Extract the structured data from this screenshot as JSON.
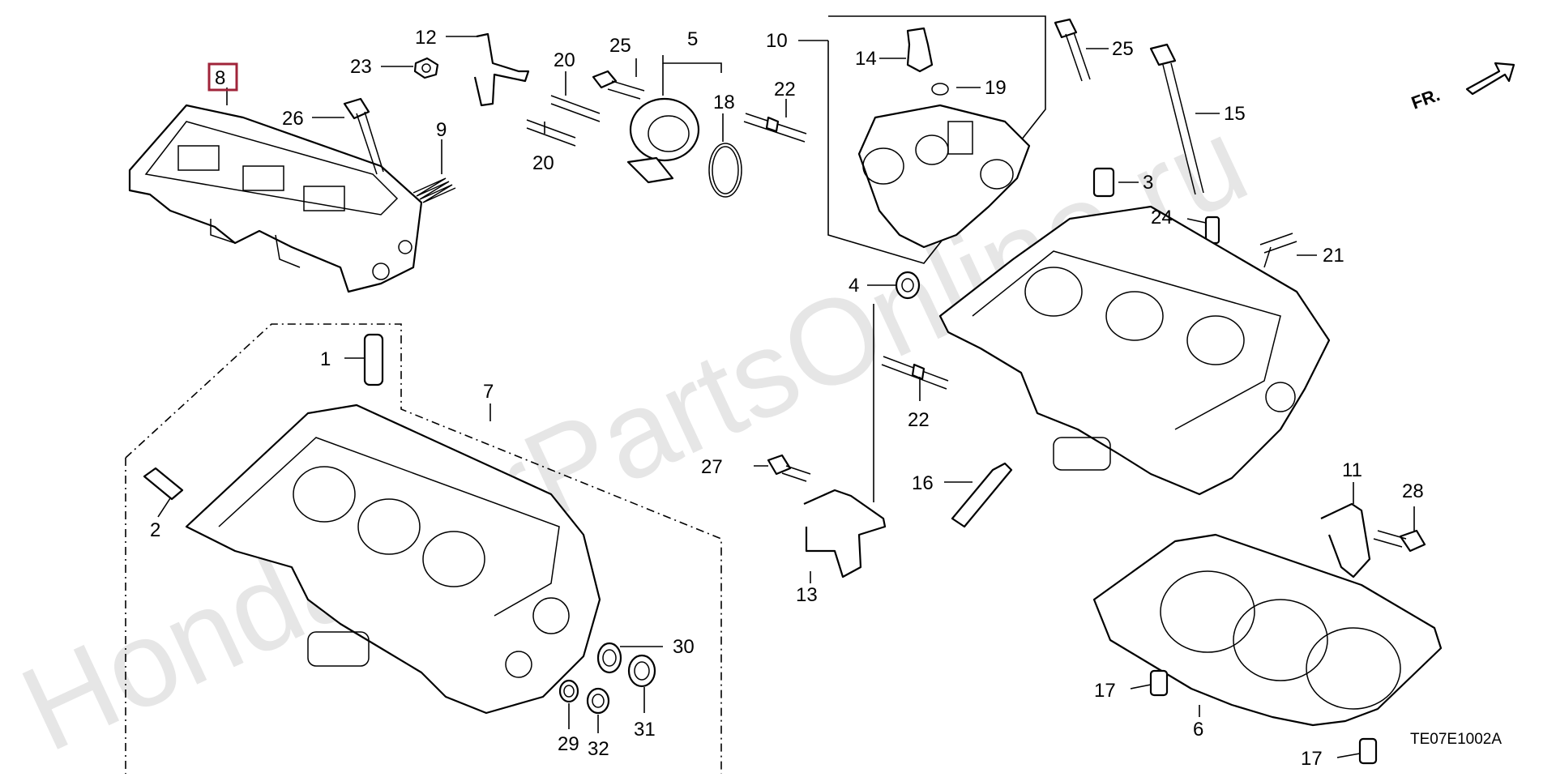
{
  "watermark": "HondaCarPartsOnline.ru",
  "figure_code": "TE07E1002A",
  "direction_label": "FR.",
  "highlighted_part": "8",
  "callouts": [
    "1",
    "2",
    "3",
    "4",
    "5",
    "6",
    "7",
    "8",
    "9",
    "10",
    "11",
    "12",
    "13",
    "14",
    "15",
    "16",
    "17",
    "17",
    "18",
    "19",
    "20",
    "20",
    "21",
    "22",
    "22",
    "23",
    "24",
    "25",
    "25",
    "26",
    "27",
    "28",
    "29",
    "30",
    "31",
    "32"
  ],
  "colors": {
    "highlight": "#a0243a",
    "ink": "#000000",
    "watermark": "#e6e6e6"
  }
}
